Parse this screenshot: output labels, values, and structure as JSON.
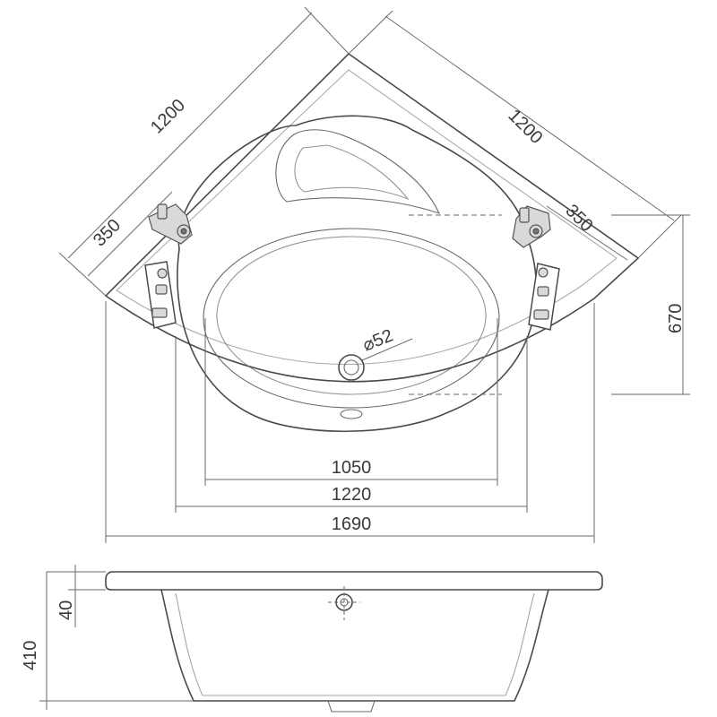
{
  "plan_view": {
    "edge_left": "1200",
    "edge_right": "1200",
    "depth_left": "350",
    "depth_right": "350",
    "height_right": "670",
    "drain": "⌀52",
    "width_inner": "1050",
    "width_basin": "1220",
    "width_total": "1690"
  },
  "side_view": {
    "rim": "40",
    "height": "410"
  }
}
